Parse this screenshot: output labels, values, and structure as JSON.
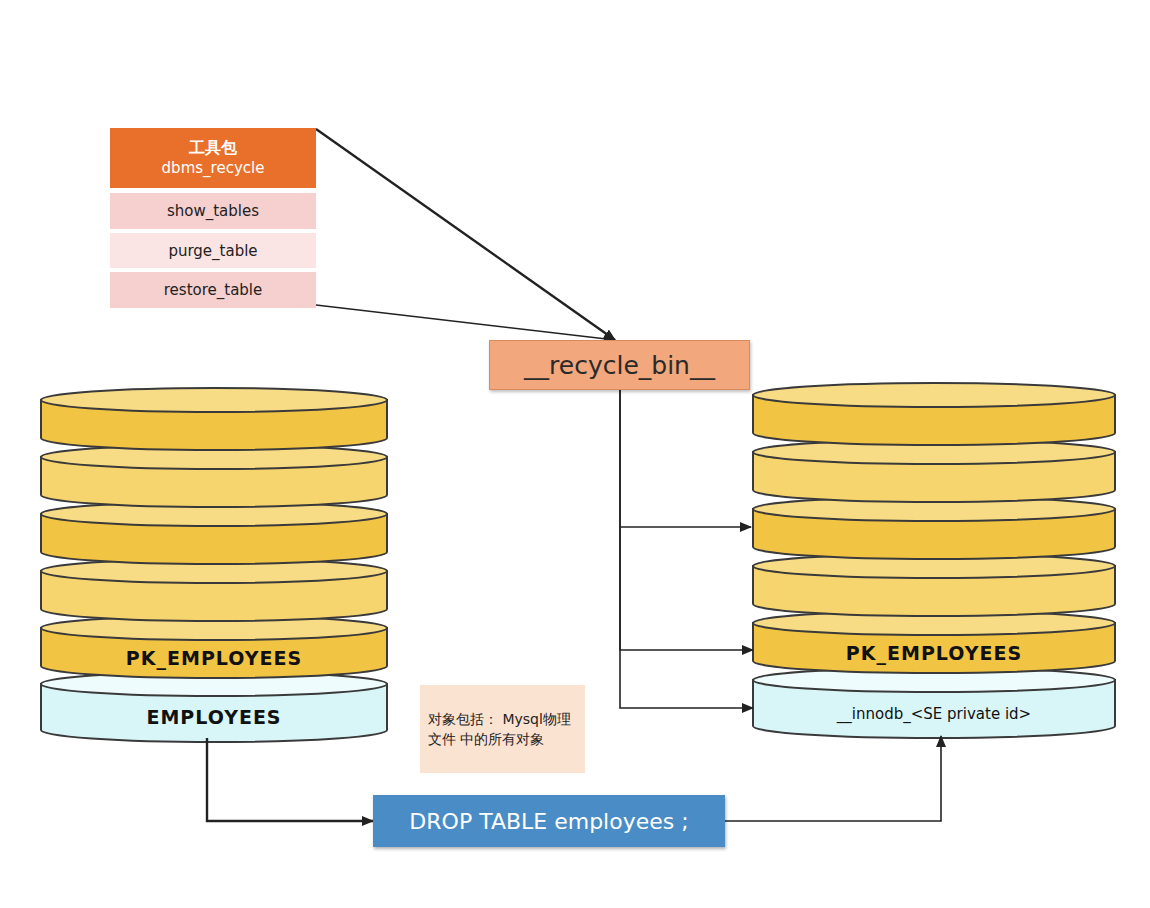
{
  "diagram": {
    "nodes": [
      {
        "text": [
          "工具包",
          "dbms_recycle"
        ]
      },
      {
        "text": [
          "show_tables"
        ]
      },
      {
        "text": [
          "purge_table"
        ]
      },
      {
        "text": [
          "restore_table"
        ]
      },
      {
        "text": [
          "__recycle_bin__"
        ]
      },
      {
        "text": [
          "PK_EMPLOYEES"
        ]
      },
      {
        "text": [
          "EMPLOYEES"
        ]
      },
      {
        "text": [
          "对象包括： Mysql物理文件 中的所有对象"
        ]
      },
      {
        "text": [
          "DROP TABLE employees ;"
        ]
      },
      {
        "text": [
          "PK_EMPLOYEES"
        ]
      },
      {
        "text": [
          "__innodb_<SE private id>"
        ]
      }
    ],
    "edges": [
      {
        "from": 0,
        "to": 4,
        "arrow": "to"
      },
      {
        "from": 3,
        "to": 4,
        "arrow": "to"
      },
      {
        "from": 4,
        "to": 9,
        "arrow": "to"
      },
      {
        "from": 4,
        "to": 10,
        "arrow": "to"
      },
      {
        "from": 6,
        "to": 8,
        "arrow": "to"
      },
      {
        "from": 8,
        "to": 10,
        "arrow": "to"
      }
    ]
  }
}
